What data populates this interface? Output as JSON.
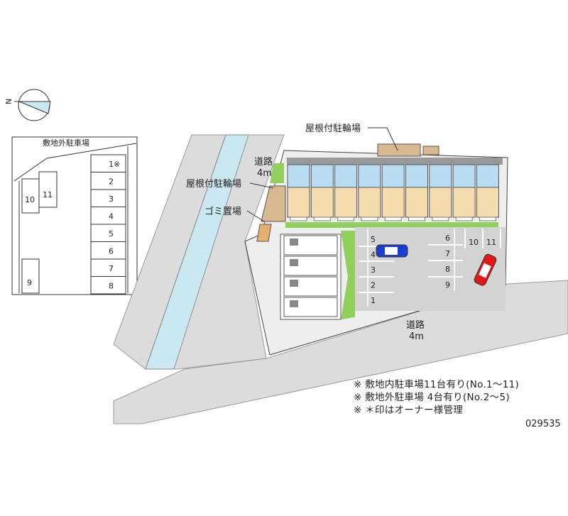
{
  "compass": {
    "north_label": "N"
  },
  "offsite_parking": {
    "title": "敷地外駐車場",
    "slots_right": [
      "1※",
      "2",
      "3",
      "4",
      "5",
      "6",
      "7",
      "8"
    ],
    "slot_9": "9",
    "slot_10": "10",
    "slot_11": "11"
  },
  "labels": {
    "bike_parking_top": "屋根付駐輪場",
    "bike_parking_left": "屋根付駐輪場",
    "garbage": "ゴミ置場",
    "road_top_name": "道路",
    "road_top_width": "4m",
    "road_bottom_name": "道路",
    "road_bottom_width": "4m"
  },
  "onsite_parking": {
    "left_column": [
      "5",
      "4",
      "3",
      "2",
      "1"
    ],
    "right_column": [
      "6",
      "7",
      "8",
      "9"
    ],
    "top_right": [
      "10",
      "11"
    ]
  },
  "notes": [
    "※ 敷地内駐車場11台有り(No.1〜11)",
    "※ 敷地外駐車場 4台有り(No.2〜5)",
    "※ ＊印はオーナー様管理"
  ],
  "code": "029535",
  "colors": {
    "water": "#c9e8f2",
    "road": "#dcdcdc",
    "green": "#8fd05a",
    "unit_blue": "#b8dcf2",
    "unit_tan": "#f5dcae",
    "car_blue": "#1a3fd0",
    "car_red": "#e01818"
  }
}
